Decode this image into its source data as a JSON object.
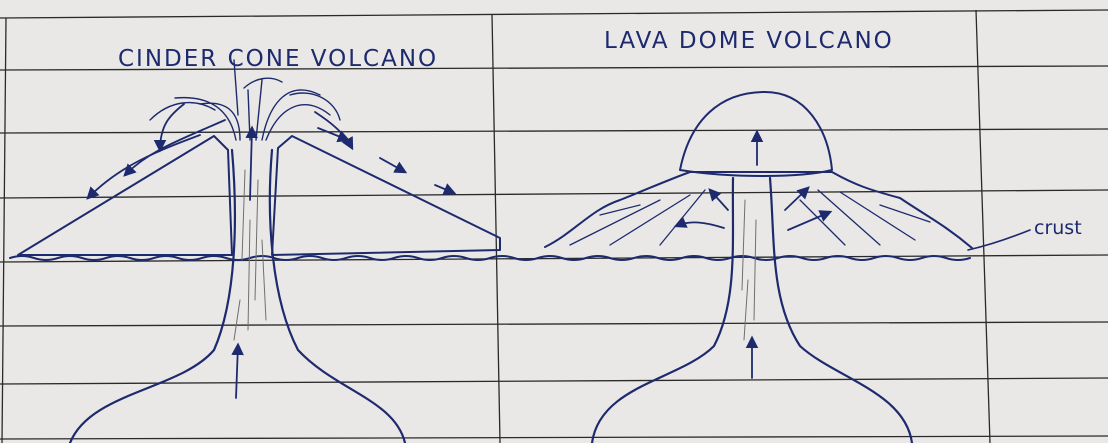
{
  "diagrams": [
    {
      "title": "CINDER CONE VOLCANO"
    },
    {
      "title": "LAVA DOME VOLCANO"
    }
  ],
  "labels": {
    "crust": "crust"
  },
  "colors": {
    "ink": "#1e2a6e",
    "paper": "#e9e8e6",
    "rule": "#2a2a2a"
  }
}
